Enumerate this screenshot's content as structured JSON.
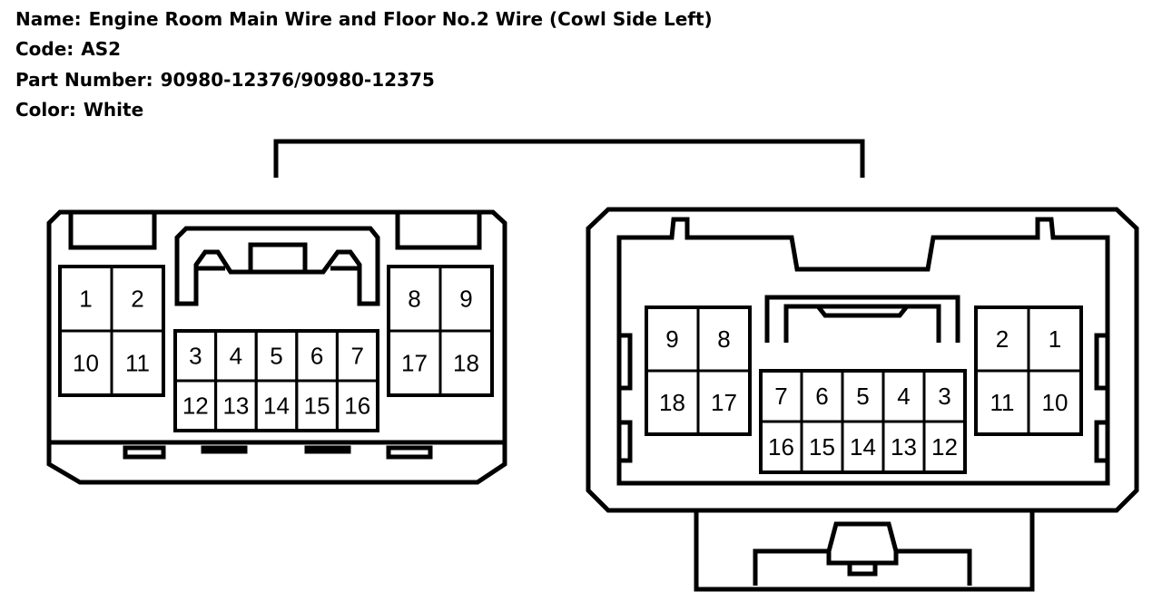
{
  "header": {
    "name_label": "Name:",
    "name_value": "Engine Room Main Wire and Floor No.2 Wire (Cowl Side Left)",
    "code_label": "Code:",
    "code_value": "AS2",
    "part_label": "Part Number:",
    "part_value": "90980-12376/90980-12375",
    "color_label": "Color:",
    "color_value": "White"
  },
  "connectors": [
    {
      "groups": [
        {
          "rows": [
            [
              "1",
              "2"
            ],
            [
              "10",
              "11"
            ]
          ]
        },
        {
          "rows": [
            [
              "3",
              "4",
              "5",
              "6",
              "7"
            ],
            [
              "12",
              "13",
              "14",
              "15",
              "16"
            ]
          ]
        },
        {
          "rows": [
            [
              "8",
              "9"
            ],
            [
              "17",
              "18"
            ]
          ]
        }
      ]
    },
    {
      "groups": [
        {
          "rows": [
            [
              "9",
              "8"
            ],
            [
              "18",
              "17"
            ]
          ]
        },
        {
          "rows": [
            [
              "7",
              "6",
              "5",
              "4",
              "3"
            ],
            [
              "16",
              "15",
              "14",
              "13",
              "12"
            ]
          ]
        },
        {
          "rows": [
            [
              "2",
              "1"
            ],
            [
              "11",
              "10"
            ]
          ]
        }
      ]
    }
  ]
}
